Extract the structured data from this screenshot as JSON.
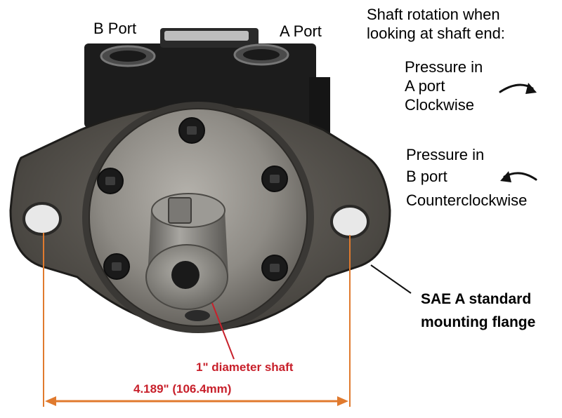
{
  "ports": {
    "b_port": "B Port",
    "a_port": "A Port"
  },
  "rotation": {
    "heading_line1": "Shaft rotation when",
    "heading_line2": "looking at shaft end:",
    "a_line1": "Pressure in",
    "a_line2": "A port",
    "a_line3": "Clockwise",
    "b_line1": "Pressure in",
    "b_line2": "B port",
    "b_line3": "Counterclockwise"
  },
  "flange": {
    "line1": "SAE A standard",
    "line2": "mounting flange"
  },
  "shaft": {
    "label": "1\" diameter shaft"
  },
  "dimension": {
    "label": "4.189\" (106.4mm)"
  },
  "colors": {
    "annotation_red": "#c8202b",
    "dimension_orange": "#e07a2e",
    "motor_body": "#1a1a1a",
    "flange_metal": "#5a5650",
    "face_plate": "#8d8a84",
    "shaft_steel": "#8a8883"
  }
}
